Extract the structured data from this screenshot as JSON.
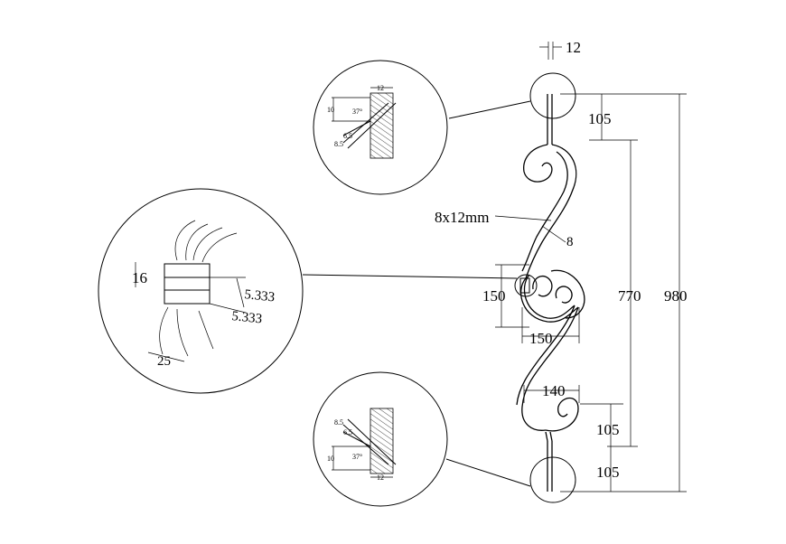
{
  "dimensions": {
    "top_width": "12",
    "end_length_top": "105",
    "end_length_bottom": "105",
    "scroll_height_lower": "105",
    "middle_length": "770",
    "total_length": "980",
    "bar_size": "8x12mm",
    "bar_thickness": "8",
    "center_height": "150",
    "center_width": "150",
    "lower_scroll_width": "140"
  },
  "detail_collar": {
    "height": "16",
    "width": "25",
    "band_a": "5.333",
    "band_b": "5.333"
  },
  "detail_top": {
    "width": "12",
    "depth": "10",
    "angle": "37°",
    "d1": "6.5",
    "d2": "8.5"
  },
  "detail_bottom": {
    "width": "12",
    "depth": "10",
    "angle": "37°",
    "d1": "6.5",
    "d2": "8.5"
  }
}
